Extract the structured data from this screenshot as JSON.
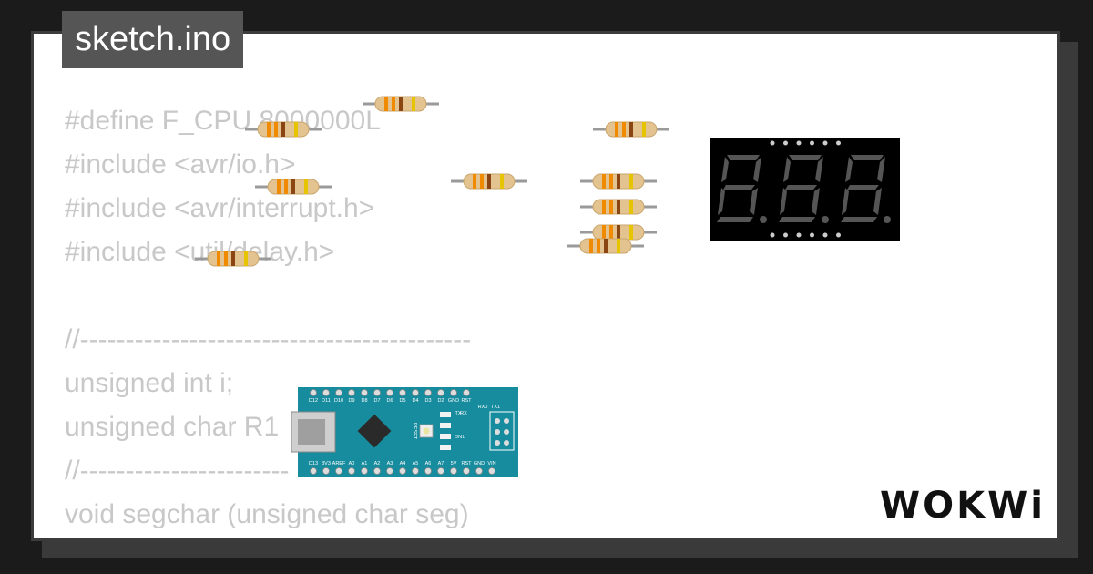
{
  "window": {
    "title": "sketch.ino"
  },
  "code_lines": [
    "#define F_CPU 8000000L",
    "#include <avr/io.h>",
    "#include <avr/interrupt.h>",
    "#include <util/delay.h>",
    "",
    "//-------------------------------------------",
    "unsigned int i;",
    "unsigned char R1",
    "//-----------------------",
    "void segchar (unsigned char seg)",
    "{"
  ],
  "board": {
    "top_pins": [
      "D12",
      "D11",
      "D10",
      "D9",
      "D8",
      "D7",
      "D6",
      "D5",
      "D4",
      "D3",
      "D2",
      "GND",
      "RST"
    ],
    "bottom_pins": [
      "D13",
      "3V3",
      "AREF",
      "A0",
      "A1",
      "A2",
      "A3",
      "A4",
      "A5",
      "A6",
      "A7",
      "5V",
      "RST",
      "GND",
      "VIN"
    ],
    "reset_label": "RESET",
    "led_labels": [
      "TX",
      "RX",
      "ON",
      "L"
    ],
    "serial_labels": [
      "RX0",
      "TX1"
    ]
  },
  "display": {
    "digits": 3
  },
  "brand": {
    "name": "WOKWi"
  },
  "colors": {
    "board": "#168c9e",
    "resistor_body": "#e3c38f",
    "display_bg": "#000000",
    "segment_off": "#555555"
  }
}
